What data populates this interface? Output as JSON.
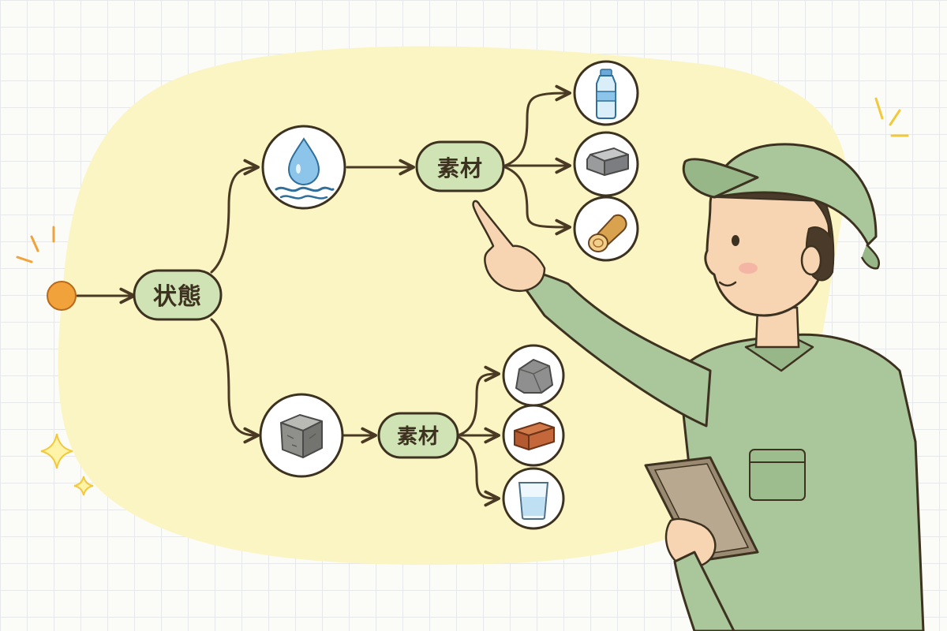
{
  "diagram": {
    "root_label": "状態",
    "liquid_branch": {
      "state_icon": "water-drop-icon",
      "material_label": "素材",
      "items": [
        "plastic-bottle-icon",
        "metal-ingot-icon",
        "wood-log-icon"
      ]
    },
    "solid_branch": {
      "state_icon": "stone-cube-icon",
      "material_label": "素材",
      "items": [
        "rock-icon",
        "brick-icon",
        "glass-cup-icon"
      ]
    }
  },
  "colors": {
    "background_blob": "#fbf5c4",
    "node_fill": "#cfe3b4",
    "node_stroke": "#3d3220",
    "arrow": "#4a3a24",
    "start_dot": "#f2a23a",
    "worker_uniform": "#a9c79a",
    "sparkle": "#f2c93a"
  }
}
